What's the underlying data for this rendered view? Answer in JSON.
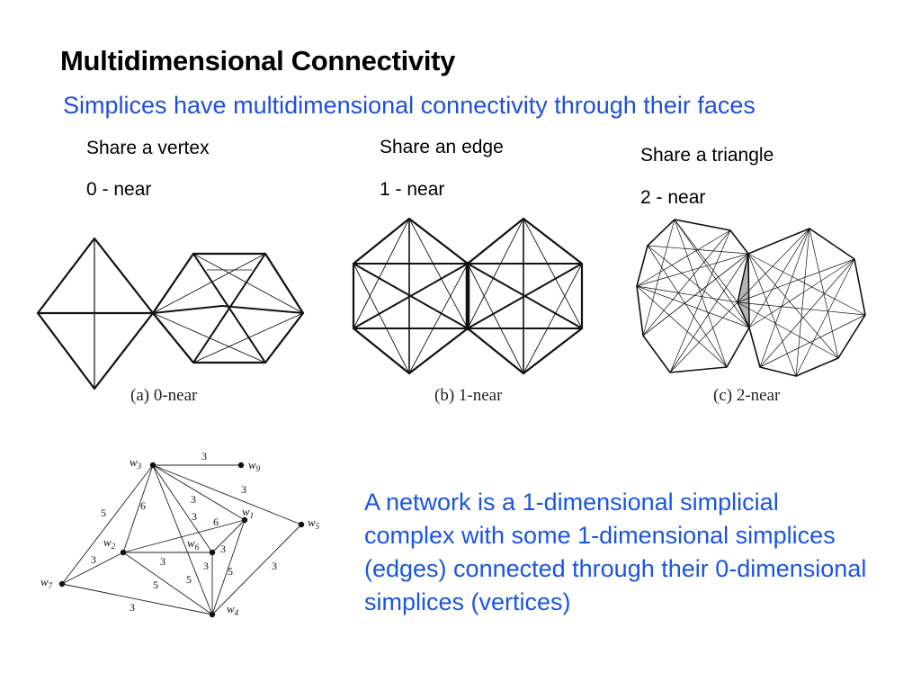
{
  "slide": {
    "title": "Multidimensional Connectivity",
    "subtitle": "Simplices have multidimensional connectivity through their faces"
  },
  "columns": [
    {
      "label": "Share a vertex",
      "near": "0 - near",
      "caption": "(a) 0-near"
    },
    {
      "label": "Share an edge",
      "near": "1 - near",
      "caption": "(b) 1-near"
    },
    {
      "label": "Share a triangle",
      "near": "2 - near",
      "caption": "(c) 2-near"
    }
  ],
  "network": {
    "nodes": [
      {
        "id": "w3",
        "base": "w",
        "sub": "3"
      },
      {
        "id": "w9",
        "base": "w",
        "sub": "9"
      },
      {
        "id": "w1",
        "base": "w",
        "sub": "1"
      },
      {
        "id": "w5",
        "base": "w",
        "sub": "5"
      },
      {
        "id": "w2",
        "base": "w",
        "sub": "2"
      },
      {
        "id": "w6",
        "base": "w",
        "sub": "6"
      },
      {
        "id": "w7",
        "base": "w",
        "sub": "7"
      },
      {
        "id": "w4",
        "base": "w",
        "sub": "4"
      }
    ],
    "edge_weights": [
      "3",
      "3",
      "5",
      "6",
      "3",
      "3",
      "6",
      "3",
      "3",
      "5",
      "3",
      "3",
      "5",
      "3",
      "5",
      "3"
    ]
  },
  "description": "A network is a 1-dimensional simplicial complex with some 1-dimensional simplices (edges) connected through their 0-dimensional simplices (vertices)",
  "colors": {
    "accent": "#1f4fdc",
    "text": "#000000"
  }
}
